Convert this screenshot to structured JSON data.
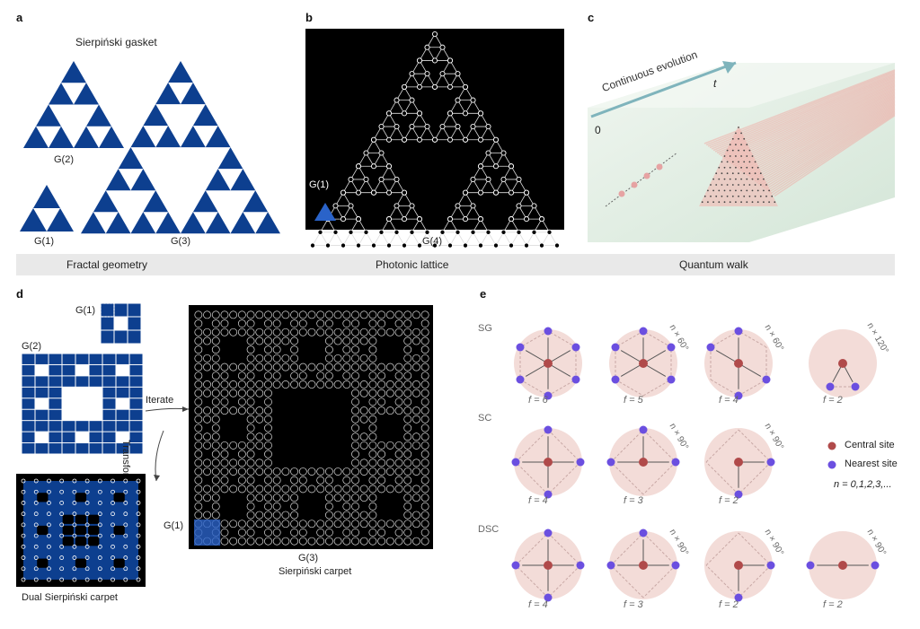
{
  "panels": {
    "a": "a",
    "b": "b",
    "c": "c",
    "d": "d",
    "e": "e"
  },
  "panel_a": {
    "title": "Sierpiński gasket",
    "g1": "G(1)",
    "g2": "G(2)",
    "g3": "G(3)"
  },
  "panel_b": {
    "g1": "G(1)",
    "g4": "G(4)"
  },
  "panel_c": {
    "arrow_label": "Continuous evolution",
    "t": "t",
    "zero": "0"
  },
  "band": {
    "left": "Fractal geometry",
    "middle": "Photonic lattice",
    "right": "Quantum walk"
  },
  "panel_d": {
    "g1": "G(1)",
    "g2": "G(2)",
    "g3": "G(3)",
    "iterate": "Iterate",
    "transform": "Transform",
    "dual_caption": "Dual Sierpiński carpet",
    "carpet_caption": "Sierpiński carpet",
    "g1_small": "G(1)"
  },
  "panel_e": {
    "rows": [
      "SG",
      "SC",
      "DSC"
    ],
    "f_row1": [
      "f = 6",
      "f = 5",
      "f = 4",
      "f = 2"
    ],
    "f_row2": [
      "f = 4",
      "f = 3",
      "f = 2"
    ],
    "f_row3": [
      "f = 4",
      "f = 3",
      "f = 2",
      "f = 2"
    ],
    "rot_60": "n × 60°",
    "rot_120": "n × 120°",
    "rot_90": "n × 90°",
    "legend": {
      "central": "Central site",
      "nearest": "Nearest site",
      "n": "n = 0,1,2,3,..."
    }
  },
  "colors": {
    "blue": "#0d3f8f",
    "central": "#b04a4a",
    "nearest": "#6b4fe0",
    "disk": "#f3dcd8"
  }
}
